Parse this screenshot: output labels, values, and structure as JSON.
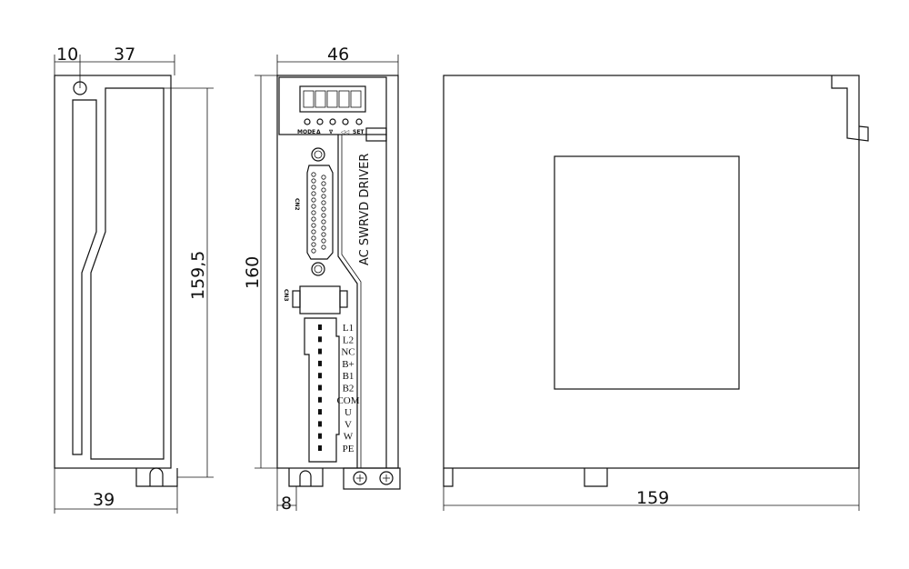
{
  "dimensions": {
    "left_hole_offset": "10",
    "left_top_width": "37",
    "left_height": "159,5",
    "left_bottom_width": "39",
    "front_width": "46",
    "front_height": "160",
    "front_tab_width": "8",
    "side_depth": "159"
  },
  "front_panel": {
    "buttons": [
      "MODE",
      "Δ",
      "∇",
      "◁◁",
      "SET"
    ],
    "connector_cn2": "CN2",
    "connector_cn3": "CN3",
    "brand_text": "AC SWRVD DRIVER",
    "terminals": [
      "L1",
      "L2",
      "NC",
      "B+",
      "B1",
      "B2",
      "COM",
      "U",
      "V",
      "W",
      "PE"
    ]
  }
}
